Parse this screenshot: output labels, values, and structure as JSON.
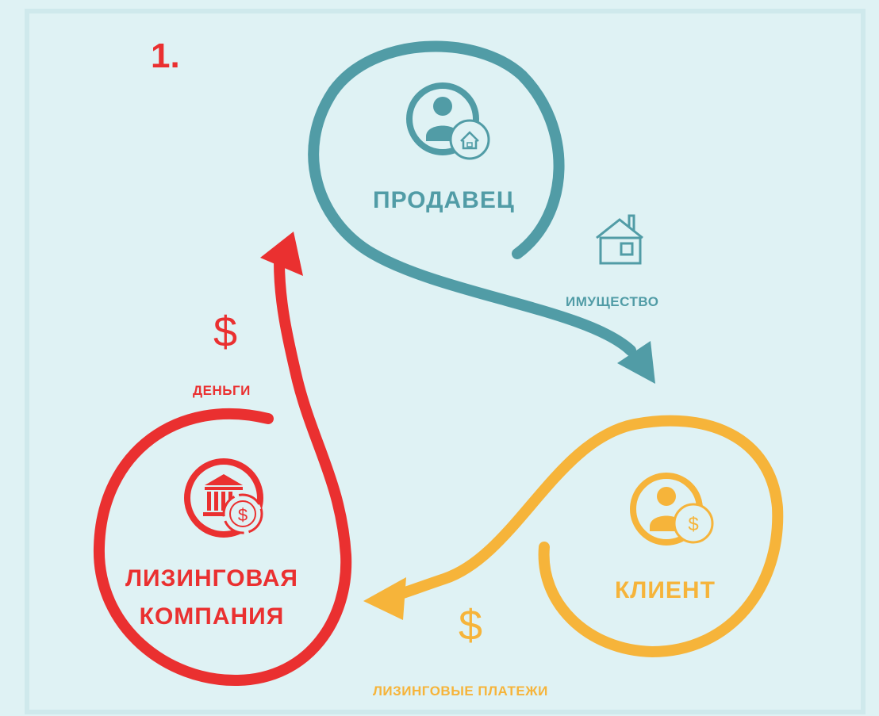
{
  "step_number": "1.",
  "colors": {
    "background": "#dff2f4",
    "frame": "#cfe9ec",
    "seller": "#519ca6",
    "client": "#f6b43a",
    "leasing": "#ea3030"
  },
  "nodes": {
    "seller": {
      "label": "ПРОДАВЕЦ",
      "icon": "businessman-with-house-icon"
    },
    "client": {
      "label": "КЛИЕНТ",
      "icon": "businessman-with-dollar-icon"
    },
    "leasing_company": {
      "label_line1": "ЛИЗИНГОВАЯ",
      "label_line2": "КОМПАНИЯ",
      "icon": "bank-with-dollar-icon"
    }
  },
  "flows": {
    "property": {
      "label": "ИМУЩЕСТВО",
      "icon": "house-icon",
      "from": "ПРОДАВЕЦ",
      "to": "КЛИЕНТ"
    },
    "money": {
      "label": "ДЕНЬГИ",
      "symbol": "$",
      "from": "ЛИЗИНГОВАЯ КОМПАНИЯ",
      "to": "ПРОДАВЕЦ"
    },
    "payments": {
      "label": "ЛИЗИНГОВЫЕ ПЛАТЕЖИ",
      "symbol": "$",
      "from": "КЛИЕНТ",
      "to": "ЛИЗИНГОВАЯ КОМПАНИЯ"
    }
  }
}
